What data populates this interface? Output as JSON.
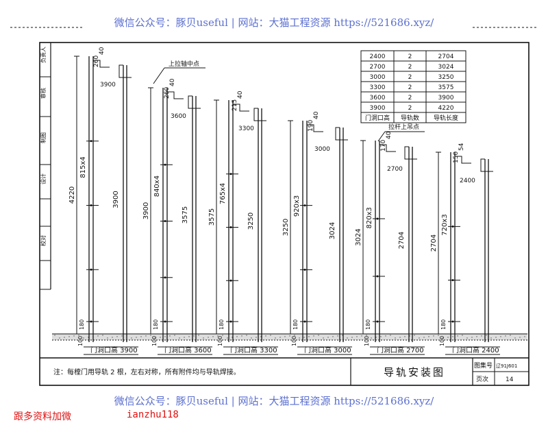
{
  "watermark": {
    "top": "微信公众号：豚贝useful | 网站：大猫工程资源 https://521686.xyz/",
    "bottom": "微信公众号：豚贝useful | 网站：大猫工程资源 https://521686.xyz/"
  },
  "ad": {
    "left": "跟多资料加微",
    "right": "ianzhu118"
  },
  "title_block": {
    "title": "导轨安装图",
    "atlas_label": "图集号",
    "atlas_no": "辽91J601",
    "page_label": "页次",
    "page_no": "14"
  },
  "note": "注：每樘门用导轨 2 根，左右对称，所有附件均与导轨焊接。",
  "side_labels": [
    "负责人",
    "审核",
    "制图",
    "设计",
    "校对"
  ],
  "callouts": {
    "axis_mid": "上拉轴中点",
    "pull_rod": "拉杆上吊点"
  },
  "table": {
    "headers": [
      "门洞口高",
      "导轨数",
      "导轨长度"
    ],
    "rows": [
      [
        "2400",
        "2",
        "2704"
      ],
      [
        "2700",
        "2",
        "3024"
      ],
      [
        "3000",
        "2",
        "3250"
      ],
      [
        "3300",
        "2",
        "3575"
      ],
      [
        "3600",
        "2",
        "3900"
      ],
      [
        "3900",
        "2",
        "4220"
      ]
    ]
  },
  "rails": [
    {
      "caption": "门洞口高 3900",
      "length": "4220",
      "spacing": "815x4",
      "top_dim": "260",
      "top_small": "40",
      "width_dim": "3900",
      "rail_len": "3900"
    },
    {
      "caption": "门洞口高 3600",
      "length": "3900",
      "spacing": "840x4",
      "top_dim": "260",
      "top_small": "40",
      "width_dim": "3600",
      "rail_len": "3575"
    },
    {
      "caption": "门洞口高 3300",
      "length": "3575",
      "spacing": "765x4",
      "top_dim": "215",
      "top_small": "40",
      "width_dim": "3300",
      "rail_len": "3250"
    },
    {
      "caption": "门洞口高 3000",
      "length": "3250",
      "spacing": "920x3",
      "top_dim": "190",
      "top_small": "40",
      "width_dim": "3000",
      "rail_len": "3024"
    },
    {
      "caption": "门洞口高 2700",
      "length": "3024",
      "spacing": "820x3",
      "top_dim": "170",
      "top_small": "40",
      "width_dim": "2700",
      "rail_len": "2704"
    },
    {
      "caption": "门洞口高 2400",
      "length": "2704",
      "spacing": "720x3",
      "top_dim": "150",
      "top_small": "54",
      "width_dim": "2400",
      "rail_len": ""
    }
  ],
  "base_dims": {
    "small": "180",
    "large": "100"
  }
}
